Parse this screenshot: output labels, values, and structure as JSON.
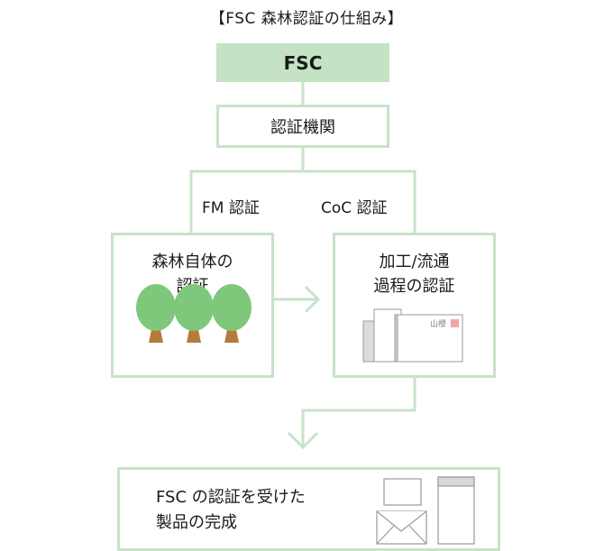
{
  "title": "【FSC 森林認証の仕組み】",
  "nodes": {
    "fsc": "FSC",
    "agency": "認証機関",
    "fm_label": "FM 認証",
    "coc_label": "CoC 認証",
    "fm_box": {
      "line1": "森林自体の",
      "line2": "認証"
    },
    "coc_box": {
      "line1": "加工/流通",
      "line2": "過程の認証",
      "stamp_text": "山櫻"
    },
    "final_box": {
      "line1": "FSC の認証を受けた",
      "line2": "製品の完成"
    }
  },
  "colors": {
    "connector": "#c8e3c8",
    "fsc_fill": "#c4e2c4",
    "tree_canopy": "#7dc87a",
    "tree_trunk": "#b67a3a",
    "stamp": "#f2a5a5"
  },
  "icons": [
    "tree-icon",
    "tree-icon",
    "tree-icon",
    "paper-stack-icon",
    "envelope-icon",
    "long-envelope-icon",
    "small-card-icon"
  ]
}
